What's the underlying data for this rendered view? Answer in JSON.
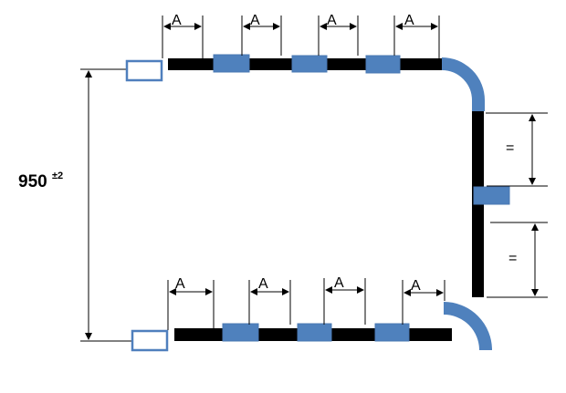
{
  "dimensions": {
    "overall_value": "950",
    "overall_tolerance": "±2",
    "spacing_label": "A",
    "equal_label": "="
  },
  "colors": {
    "rod": "#000000",
    "coupler": "#4f81bd",
    "endcap_outline": "#4f7fbd"
  }
}
